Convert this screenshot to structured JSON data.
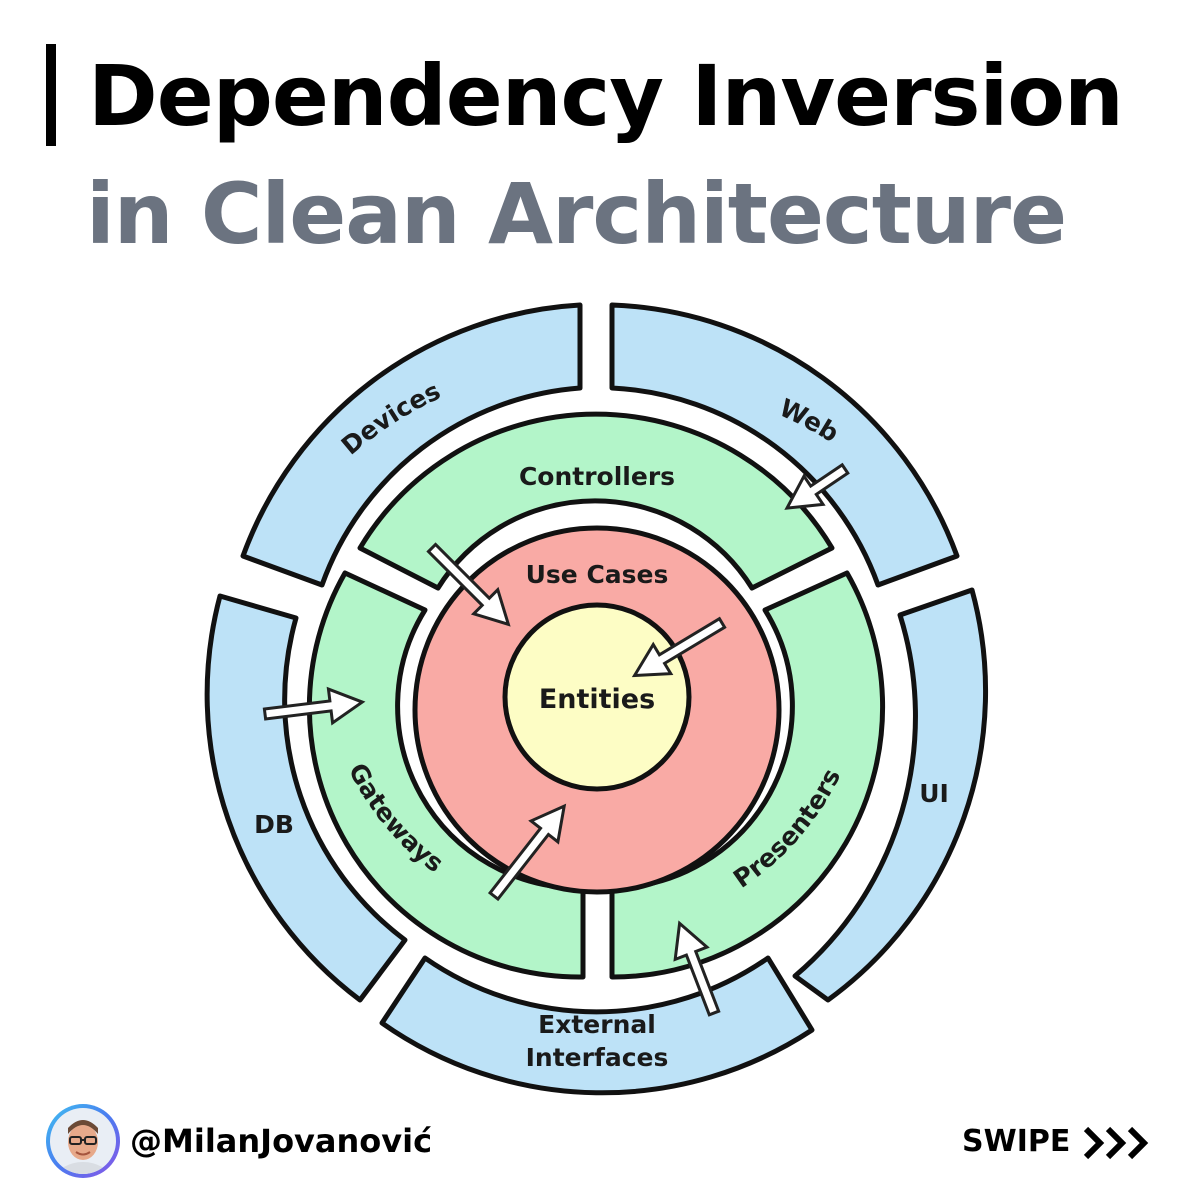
{
  "title": {
    "line1": "Dependency Inversion",
    "line2": "in Clean Architecture"
  },
  "diagram": {
    "center_label": "Entities",
    "use_cases_label": "Use Cases",
    "adapter_labels": {
      "controllers": "Controllers",
      "gateways": "Gateways",
      "presenters": "Presenters"
    },
    "outer_labels": {
      "devices": "Devices",
      "web": "Web",
      "ui": "UI",
      "db": "DB",
      "external_line1": "External",
      "external_line2": "Interfaces"
    },
    "colors": {
      "entities": "#fdfdc5",
      "use_cases": "#f9aaa5",
      "adapters": "#b3f5c9",
      "frameworks": "#bde2f7",
      "outline": "#111111"
    }
  },
  "footer": {
    "handle": "@MilanJovanović",
    "swipe": "SWIPE"
  }
}
